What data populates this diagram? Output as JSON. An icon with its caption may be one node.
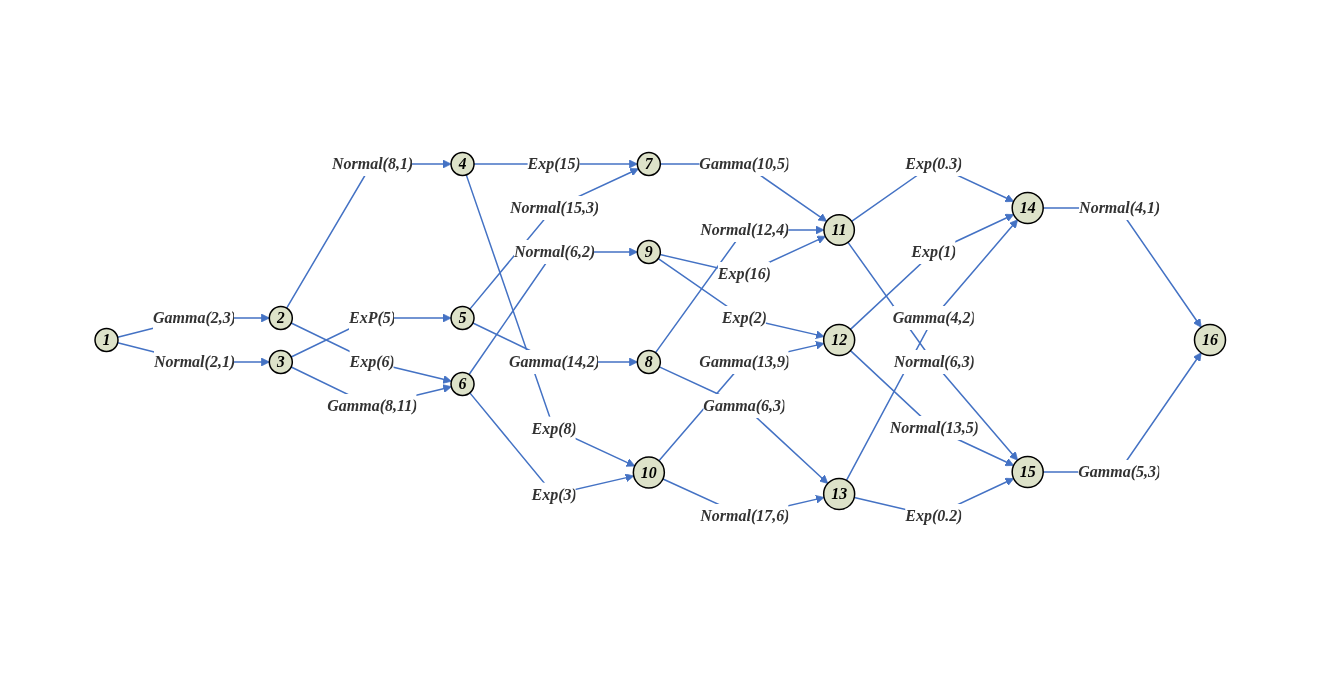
{
  "diagram": {
    "nodes": [
      {
        "text": [
          "1"
        ]
      },
      {
        "text": [
          "2"
        ]
      },
      {
        "text": [
          "3"
        ]
      },
      {
        "text": [
          "4"
        ]
      },
      {
        "text": [
          "5"
        ]
      },
      {
        "text": [
          "6"
        ]
      },
      {
        "text": [
          "7"
        ]
      },
      {
        "text": [
          "8"
        ]
      },
      {
        "text": [
          "9"
        ]
      },
      {
        "text": [
          "10"
        ]
      },
      {
        "text": [
          "11"
        ]
      },
      {
        "text": [
          "12"
        ]
      },
      {
        "text": [
          "13"
        ]
      },
      {
        "text": [
          "14"
        ]
      },
      {
        "text": [
          "15"
        ]
      },
      {
        "text": [
          "16"
        ]
      }
    ],
    "edges": [
      {
        "from": 0,
        "to": 1,
        "arrow": "to",
        "label": "Gamma(2,3)"
      },
      {
        "from": 0,
        "to": 2,
        "arrow": "to",
        "label": "Normal(2,1)"
      },
      {
        "from": 1,
        "to": 3,
        "arrow": "to",
        "label": "Normal(8,1)"
      },
      {
        "from": 1,
        "to": 5,
        "arrow": "to",
        "label": "Exp(6)"
      },
      {
        "from": 2,
        "to": 4,
        "arrow": "to",
        "label": "ExP(5)"
      },
      {
        "from": 2,
        "to": 5,
        "arrow": "to",
        "label": "Gamma(8,11)"
      },
      {
        "from": 3,
        "to": 6,
        "arrow": "to",
        "label": "Exp(15)"
      },
      {
        "from": 3,
        "to": 9,
        "arrow": "to",
        "label": "Exp(8)"
      },
      {
        "from": 4,
        "to": 6,
        "arrow": "to",
        "label": "Normal(15,3)"
      },
      {
        "from": 4,
        "to": 7,
        "arrow": "to",
        "label": "Gamma(14,2)"
      },
      {
        "from": 5,
        "to": 8,
        "arrow": "to",
        "label": "Normal(6,2)"
      },
      {
        "from": 5,
        "to": 9,
        "arrow": "to",
        "label": "Exp(3)"
      },
      {
        "from": 6,
        "to": 10,
        "arrow": "to",
        "label": "Gamma(10,5)"
      },
      {
        "from": 7,
        "to": 10,
        "arrow": "to",
        "label": "Normal(12,4)"
      },
      {
        "from": 7,
        "to": 12,
        "arrow": "to",
        "label": "Gamma(6,3)"
      },
      {
        "from": 8,
        "to": 10,
        "arrow": "to",
        "label": "Exp(16)"
      },
      {
        "from": 8,
        "to": 11,
        "arrow": "to",
        "label": "Exp(2)"
      },
      {
        "from": 9,
        "to": 11,
        "arrow": "to",
        "label": "Gamma(13,9)"
      },
      {
        "from": 9,
        "to": 12,
        "arrow": "to",
        "label": "Normal(17,6)"
      },
      {
        "from": 10,
        "to": 13,
        "arrow": "to",
        "label": "Exp(0.3)"
      },
      {
        "from": 10,
        "to": 14,
        "arrow": "to",
        "label": "Normal(6,3)"
      },
      {
        "from": 11,
        "to": 13,
        "arrow": "to",
        "label": "Exp(1)"
      },
      {
        "from": 11,
        "to": 14,
        "arrow": "to",
        "label": "Normal(13,5)"
      },
      {
        "from": 12,
        "to": 13,
        "arrow": "to",
        "label": "Gamma(4,2)"
      },
      {
        "from": 12,
        "to": 14,
        "arrow": "to",
        "label": "Exp(0.2)"
      },
      {
        "from": 13,
        "to": 15,
        "arrow": "to",
        "label": "Normal(4,1)"
      },
      {
        "from": 14,
        "to": 15,
        "arrow": "to",
        "label": "Gamma(5,3)"
      }
    ]
  }
}
